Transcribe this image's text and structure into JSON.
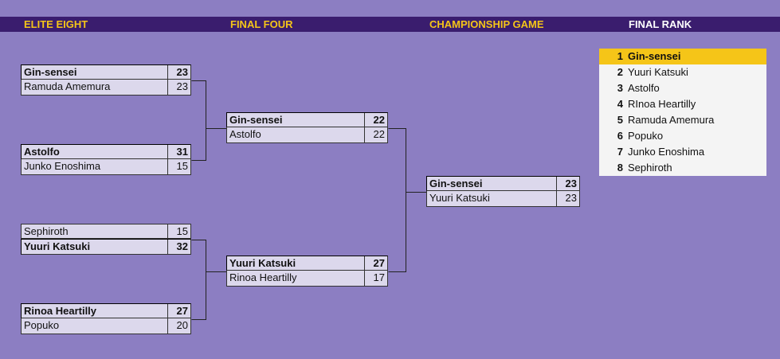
{
  "headers": {
    "elite_eight": "ELITE EIGHT",
    "final_four": "FINAL FOUR",
    "championship": "CHAMPIONSHIP GAME",
    "final_rank": "FINAL RANK"
  },
  "elite_eight": [
    {
      "top": {
        "name": "Gin-sensei",
        "score": "23",
        "winner": true
      },
      "bottom": {
        "name": "Ramuda Amemura",
        "score": "23",
        "winner": false
      }
    },
    {
      "top": {
        "name": "Astolfo",
        "score": "31",
        "winner": true
      },
      "bottom": {
        "name": "Junko Enoshima",
        "score": "15",
        "winner": false
      }
    },
    {
      "top": {
        "name": "Sephiroth",
        "score": "15",
        "winner": false
      },
      "bottom": {
        "name": "Yuuri Katsuki",
        "score": "32",
        "winner": true
      }
    },
    {
      "top": {
        "name": "Rinoa Heartilly",
        "score": "27",
        "winner": true
      },
      "bottom": {
        "name": "Popuko",
        "score": "20",
        "winner": false
      }
    }
  ],
  "final_four": [
    {
      "top": {
        "name": "Gin-sensei",
        "score": "22",
        "winner": true
      },
      "bottom": {
        "name": "Astolfo",
        "score": "22",
        "winner": false
      }
    },
    {
      "top": {
        "name": "Yuuri Katsuki",
        "score": "27",
        "winner": true
      },
      "bottom": {
        "name": "Rinoa Heartilly",
        "score": "17",
        "winner": false
      }
    }
  ],
  "championship": {
    "top": {
      "name": "Gin-sensei",
      "score": "23",
      "winner": true
    },
    "bottom": {
      "name": "Yuuri Katsuki",
      "score": "23",
      "winner": false
    }
  },
  "final_rank": [
    {
      "rank": "1",
      "name": "Gin-sensei"
    },
    {
      "rank": "2",
      "name": "Yuuri Katsuki"
    },
    {
      "rank": "3",
      "name": "Astolfo"
    },
    {
      "rank": "4",
      "name": "RInoa Heartilly"
    },
    {
      "rank": "5",
      "name": "Ramuda Amemura"
    },
    {
      "rank": "6",
      "name": "Popuko"
    },
    {
      "rank": "7",
      "name": "Junko Enoshima"
    },
    {
      "rank": "8",
      "name": "Sephiroth"
    }
  ],
  "colors": {
    "background": "#8c7ec2",
    "header_bar": "#3a1d6e",
    "header_text": "#f5c518",
    "cell": "#dcd8ec",
    "rank_highlight": "#f5c518"
  }
}
